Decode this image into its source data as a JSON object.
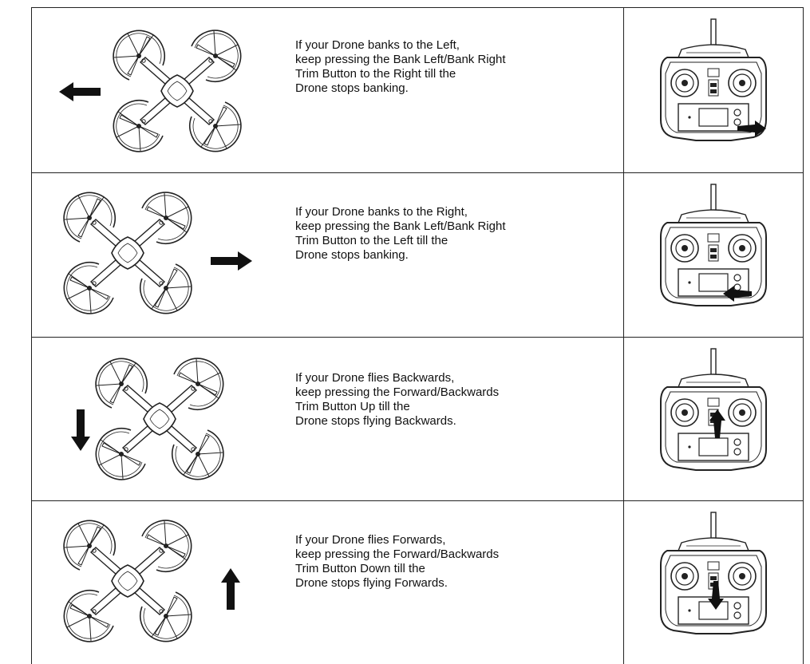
{
  "rows": [
    {
      "lines": [
        "If your Drone banks to the Left,",
        "keep pressing the Bank Left/Bank Right",
        "Trim Button to the Right till the",
        "Drone stops banking."
      ],
      "drone_arrow": "arrow-left-icon",
      "remote_arrow": "arrow-right-icon"
    },
    {
      "lines": [
        "If your Drone banks to the Right,",
        "keep pressing the Bank Left/Bank Right",
        "Trim Button to the Left till the",
        "Drone stops banking."
      ],
      "drone_arrow": "arrow-right-icon",
      "remote_arrow": "arrow-left-icon"
    },
    {
      "lines": [
        "If your Drone flies Backwards,",
        "keep pressing the Forward/Backwards",
        "Trim Button Up till the",
        "Drone stops flying Backwards."
      ],
      "drone_arrow": "arrow-down-icon",
      "remote_arrow": "arrow-up-icon"
    },
    {
      "lines": [
        "If your Drone flies Forwards,",
        "keep pressing the Forward/Backwards",
        "Trim Button Down till the",
        "Drone stops flying Forwards."
      ],
      "drone_arrow": "arrow-up-icon",
      "remote_arrow": "arrow-down-icon"
    }
  ],
  "colors": {
    "line": "#222222",
    "fill": "#111111",
    "background": "#ffffff"
  }
}
